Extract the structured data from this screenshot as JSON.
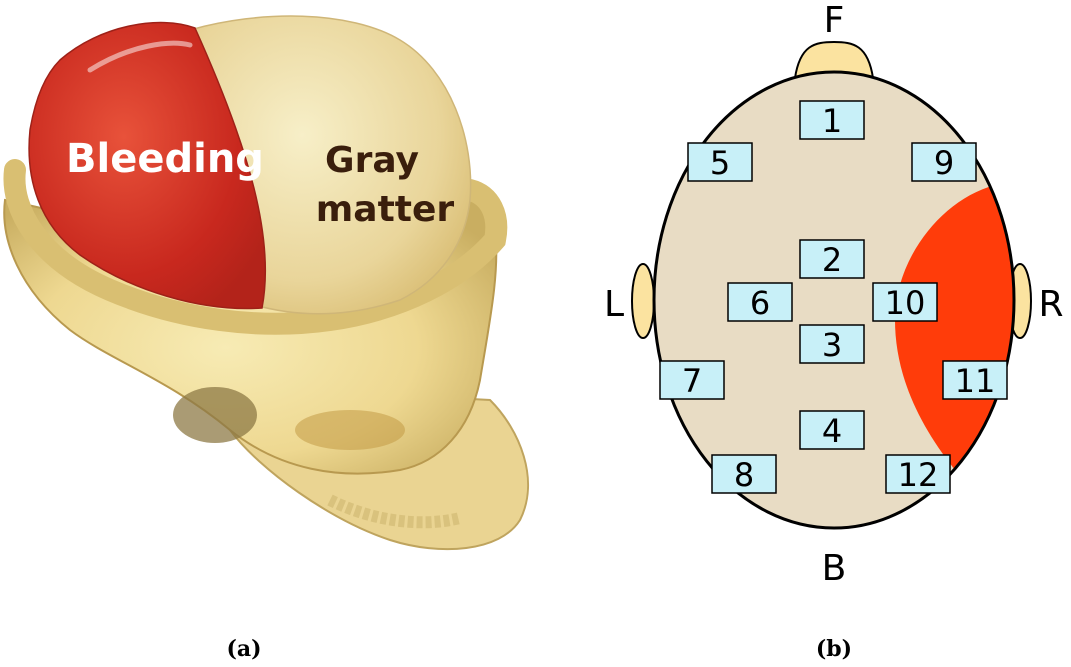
{
  "figure_a": {
    "caption": "(a)",
    "label_bleeding": "Bleeding",
    "label_gray_line1": "Gray",
    "label_gray_line2": "matter"
  },
  "figure_b": {
    "caption": "(b)",
    "directions": {
      "front": "F",
      "back": "B",
      "left": "L",
      "right": "R"
    },
    "electrodes": [
      "1",
      "2",
      "3",
      "4",
      "5",
      "6",
      "7",
      "8",
      "9",
      "10",
      "11",
      "12"
    ]
  },
  "colors": {
    "head_fill": "#E8DCC4",
    "ear_fill": "#FBE3A0",
    "electrode_fill": "#C8F0F8",
    "bleeding_region": "#FF3C0A",
    "outline": "#000000"
  }
}
